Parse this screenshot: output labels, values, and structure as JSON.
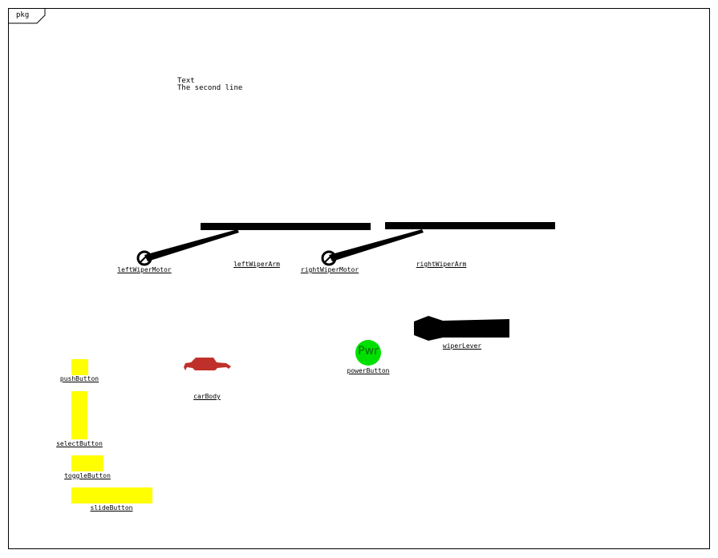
{
  "diagram": {
    "package_label": "pkg",
    "note": {
      "line1": "Text",
      "line2": "The second line"
    }
  },
  "elements": {
    "left_wiper_motor": "leftWiperMotor",
    "left_wiper_arm": "leftWiperArm",
    "right_wiper_motor": "rightWiperMotor",
    "right_wiper_arm": "rightWiperArm",
    "wiper_lever": "wiperLever",
    "power_button": "powerButton",
    "power_button_text": "Pwr",
    "car_body": "carBody",
    "push_button": "pushButton",
    "select_button": "selectButton",
    "toggle_button": "toggleButton",
    "slide_button": "slideButton"
  },
  "colors": {
    "frame": "#000000",
    "widget_yellow": "#ffff00",
    "power_green": "#00e000",
    "car_red": "#c0302a"
  }
}
